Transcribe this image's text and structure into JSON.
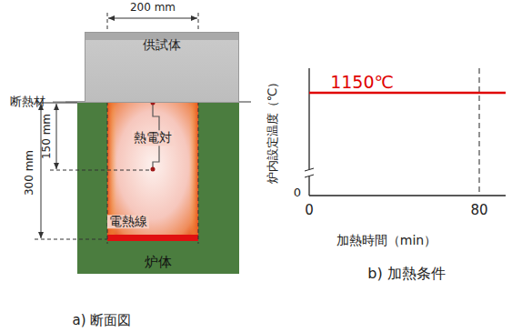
{
  "diagram": {
    "nodes": [
      {
        "text": [
          "供試体"
        ]
      },
      {
        "text": [
          "炉体"
        ]
      }
    ],
    "labels": [
      "200 mm",
      "断熱材",
      "150 mm",
      "300 mm",
      "熱電対",
      "電熱線",
      "a) 断面図",
      "1150℃",
      "炉内設定温度（℃）",
      "0",
      "0",
      "80",
      "加熱時間（min）",
      "b) 加熱条件"
    ]
  }
}
